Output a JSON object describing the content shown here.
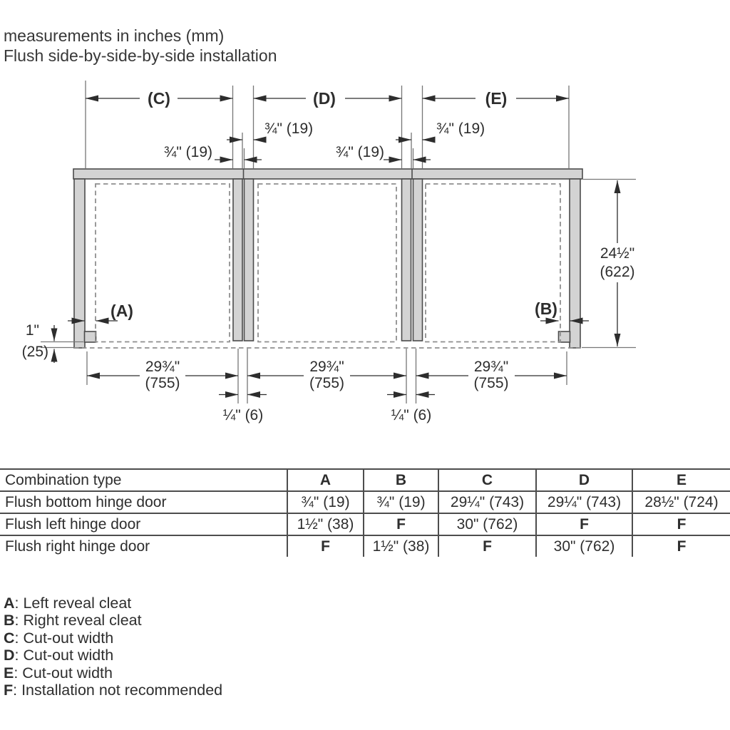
{
  "title": {
    "line1": "measurements in inches (mm)",
    "line2": "Flush side-by-side-by-side installation"
  },
  "diagram": {
    "cutout_c_label": "(C)",
    "cutout_d_label": "(D)",
    "cutout_e_label": "(E)",
    "cleat_a_label": "(A)",
    "cleat_b_label": "(B)",
    "panel_thickness": "¾\" (19)",
    "gap": "¼\" (6)",
    "opening_width_in": "29¾\"",
    "opening_width_mm": "(755)",
    "height_in": "24½\"",
    "height_mm": "(622)",
    "bottom_reveal_in": "1\"",
    "bottom_reveal_mm": "(25)"
  },
  "table": {
    "header": [
      "Combination type",
      "A",
      "B",
      "C",
      "D",
      "E"
    ],
    "rows": [
      {
        "label": "Flush bottom hinge door",
        "values": [
          "¾\" (19)",
          "¾\" (19)",
          "29¼\" (743)",
          "29¼\" (743)",
          "28½\" (724)"
        ]
      },
      {
        "label": "Flush left hinge door",
        "values": [
          "1½\" (38)",
          "F",
          "30\" (762)",
          "F",
          "F"
        ]
      },
      {
        "label": "Flush right hinge door",
        "values": [
          "F",
          "1½\" (38)",
          "F",
          "30\" (762)",
          "F"
        ]
      }
    ]
  },
  "legend": {
    "items": [
      {
        "key": "A",
        "desc": ": Left reveal cleat"
      },
      {
        "key": "B",
        "desc": ": Right reveal cleat"
      },
      {
        "key": "C",
        "desc": ": Cut-out width"
      },
      {
        "key": "D",
        "desc": ": Cut-out width"
      },
      {
        "key": "E",
        "desc": ": Cut-out width"
      },
      {
        "key": "F",
        "desc": ": Installation not recommended"
      }
    ]
  },
  "colors": {
    "panel_fill": "#d3d3d3",
    "panel_outline": "#4b4b4b",
    "dashed_line": "#8f8f8f",
    "dimension_line": "#2d2d2d",
    "table_rule": "#4d4d4d",
    "text": "#2e2e2e"
  }
}
